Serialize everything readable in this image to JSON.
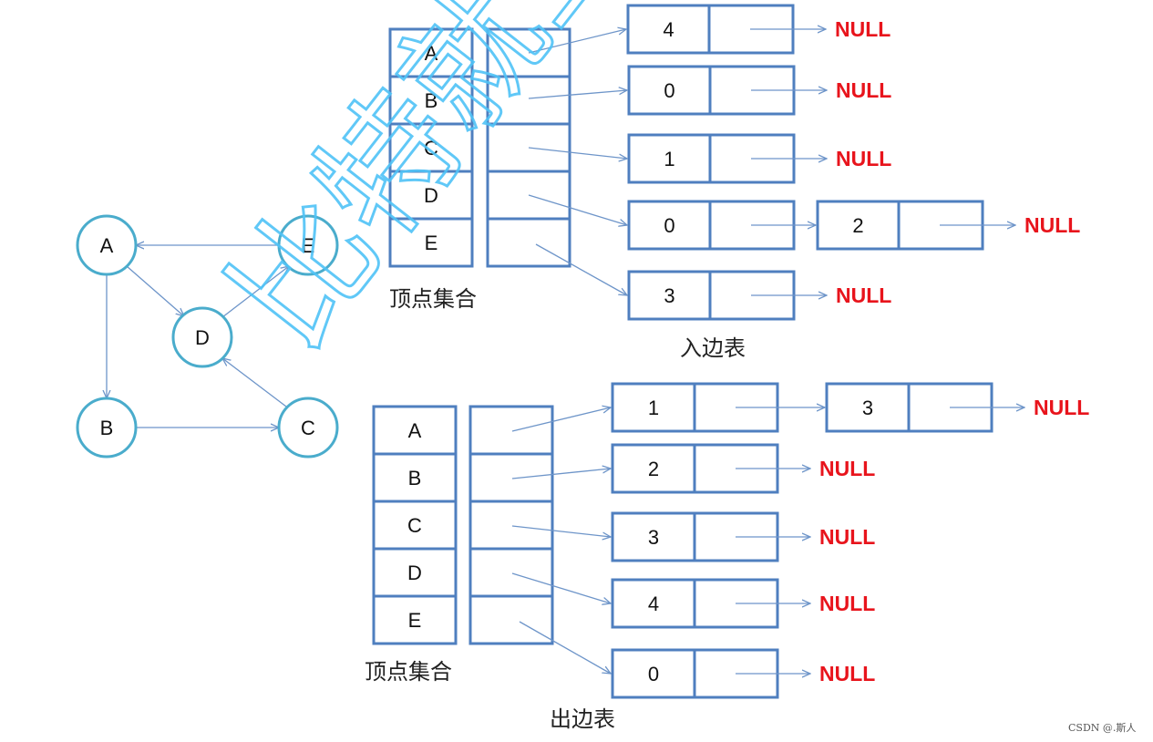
{
  "colors": {
    "box_stroke": "#4f7fbf",
    "node_stroke": "#4aaccc",
    "edge": "#6e95c9",
    "null_text": "#e8141c",
    "watermark": "#4fc3f7"
  },
  "graph": {
    "nodes": [
      "A",
      "B",
      "C",
      "D",
      "E"
    ],
    "edges": [
      [
        "A",
        "B"
      ],
      [
        "A",
        "D"
      ],
      [
        "B",
        "C"
      ],
      [
        "C",
        "D"
      ],
      [
        "D",
        "E"
      ],
      [
        "E",
        "A"
      ]
    ]
  },
  "in_table": {
    "caption": "入边表",
    "vertex_caption": "顶点集合",
    "vertices": [
      "A",
      "B",
      "C",
      "D",
      "E"
    ],
    "lists": [
      [
        "4"
      ],
      [
        "0"
      ],
      [
        "1"
      ],
      [
        "0",
        "2"
      ],
      [
        "3"
      ]
    ],
    "null_label": "NULL"
  },
  "out_table": {
    "caption": "出边表",
    "vertex_caption": "顶点集合",
    "vertices": [
      "A",
      "B",
      "C",
      "D",
      "E"
    ],
    "lists": [
      [
        "1",
        "3"
      ],
      [
        "2"
      ],
      [
        "3"
      ],
      [
        "4"
      ],
      [
        "0"
      ]
    ],
    "null_label": "NULL"
  },
  "watermark_overlay": "比特就业",
  "credit": "CSDN @.斯人"
}
